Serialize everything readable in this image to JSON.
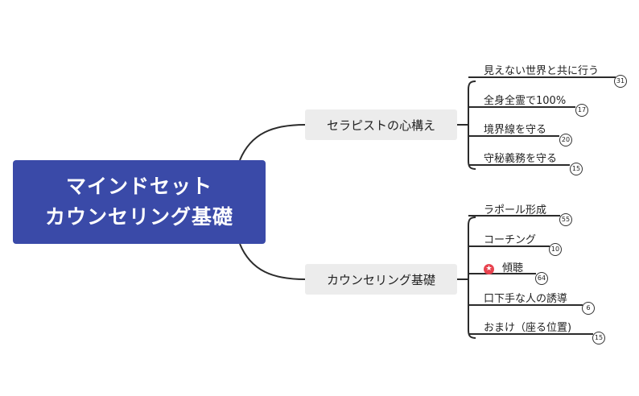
{
  "root": {
    "line1": "マインドセット",
    "line2": "カウンセリング基礎"
  },
  "branches": [
    {
      "label": "セラピストの心構え",
      "leaves": [
        {
          "label": "見えない世界と共に行う",
          "count": "31"
        },
        {
          "label": "全身全霊で100%",
          "count": "17"
        },
        {
          "label": "境界線を守る",
          "count": "20"
        },
        {
          "label": "守秘義務を守る",
          "count": "15"
        }
      ]
    },
    {
      "label": "カウンセリング基礎",
      "leaves": [
        {
          "label": "ラポール形成",
          "count": "55"
        },
        {
          "label": "コーチング",
          "count": "10"
        },
        {
          "label": "傾聴",
          "count": "64",
          "icon": "star-icon"
        },
        {
          "label": "口下手な人の誘導",
          "count": "6"
        },
        {
          "label": "おまけ（座る位置)",
          "count": "15"
        }
      ]
    }
  ]
}
